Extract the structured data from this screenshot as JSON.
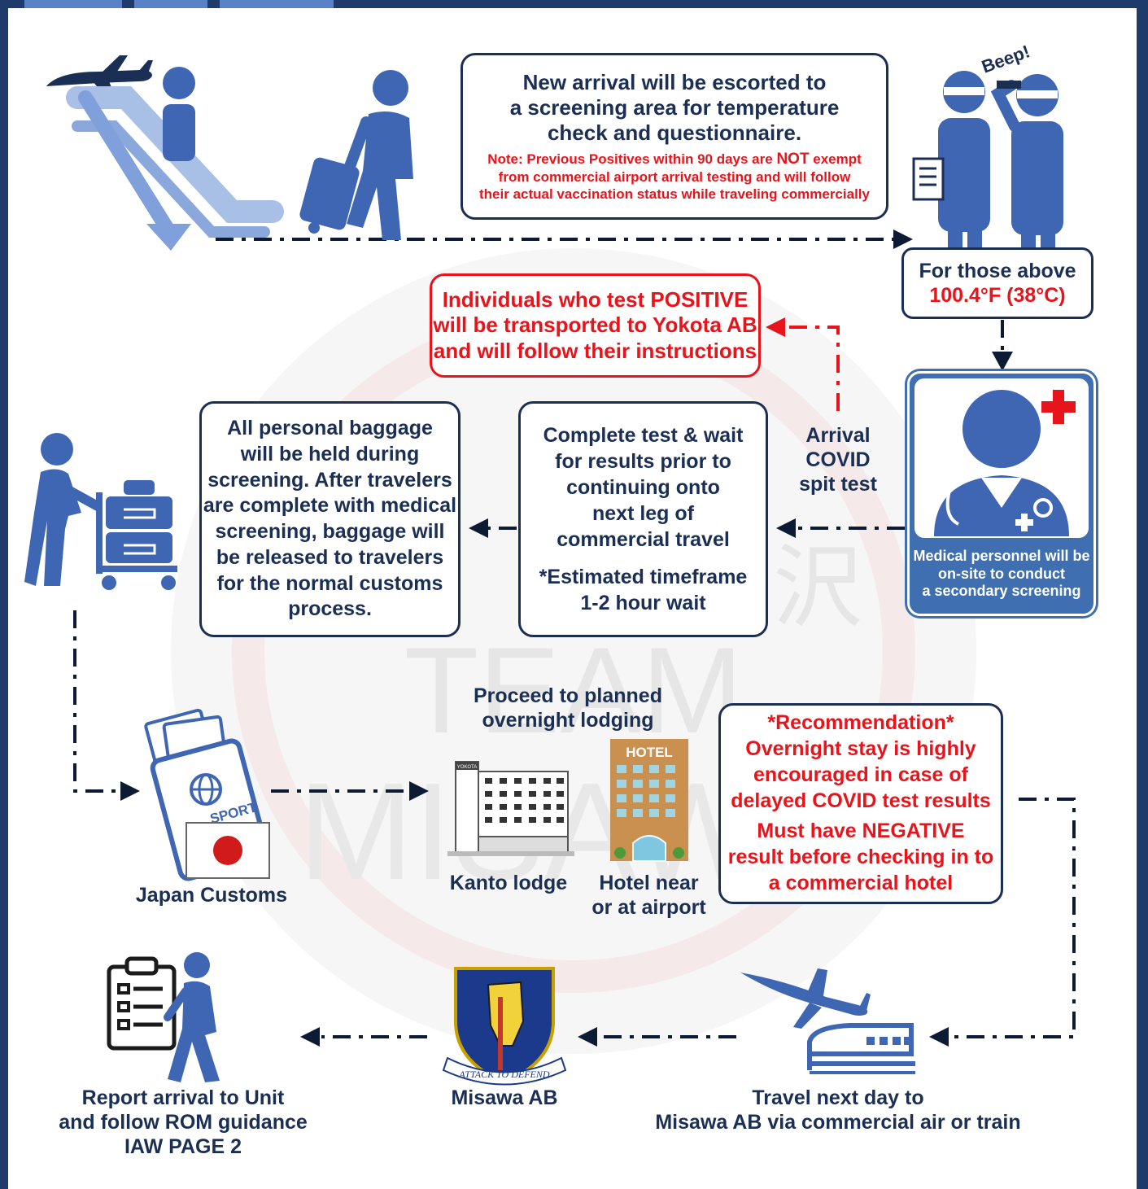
{
  "boxes": {
    "arrival": {
      "line1": "New arrival will be escorted to",
      "line2": "a screening area for temperature",
      "line3": "check and questionnaire.",
      "note_pre": "Note:  Previous Positives within 90 days are ",
      "note_bold": "NOT",
      "note_post": " exempt",
      "note_line2": "from commercial airport arrival testing and will follow",
      "note_line3": "their actual vaccination status while traveling commercially"
    },
    "fever": {
      "line1": "For those above",
      "line2": "100.4°F (38°C)"
    },
    "medical": {
      "line1": "Medical personnel will be",
      "line2": "on-site to conduct",
      "line3": "a secondary screening"
    },
    "positive": {
      "line1": "Individuals who test POSITIVE",
      "line2": "will be transported to Yokota AB",
      "line3": "and will follow their instructions"
    },
    "test": {
      "line1": "Complete test & wait",
      "line2": "for results prior to",
      "line3": "continuing onto",
      "line4": "next leg of",
      "line5": "commercial travel",
      "line6": "*Estimated timeframe",
      "line7": "1-2 hour wait"
    },
    "baggage": {
      "line1": "All personal baggage",
      "line2": "will be held during",
      "line3": "screening.  After travelers",
      "line4": "are complete with medical",
      "line5": "screening, baggage will",
      "line6": "be released to travelers",
      "line7": "for the normal customs",
      "line8": "process."
    },
    "recommendation": {
      "line1": "*Recommendation*",
      "line2": "Overnight stay is highly",
      "line3": "encouraged in case of",
      "line4": "delayed COVID test results",
      "line5": "Must have NEGATIVE",
      "line6": "result before checking in to",
      "line7": "a commercial hotel"
    }
  },
  "labels": {
    "spit_test": {
      "line1": "Arrival",
      "line2": "COVID",
      "line3": "spit test"
    },
    "lodging": {
      "line1": "Proceed to planned",
      "line2": "overnight lodging"
    },
    "customs": "Japan Customs",
    "kanto": "Kanto lodge",
    "hotel": {
      "line1": "Hotel near",
      "line2": "or at airport"
    },
    "travel": {
      "line1": "Travel next day to",
      "line2": "Misawa AB via commercial air or train"
    },
    "misawa": "Misawa AB",
    "report": {
      "line1": "Report arrival to Unit",
      "line2": "and follow ROM guidance",
      "line3": "IAW PAGE 2"
    }
  },
  "icon_text": {
    "beep": "Beep!",
    "hotel_sign": "HOTEL",
    "yokota_sign": "YOKOTA",
    "passport": "SPORT",
    "shield_motto": "ATTACK TO DEFEND"
  },
  "watermark": {
    "line1": "TEAM",
    "line2": "MISAWA",
    "kanji": "三沢"
  },
  "colors": {
    "navy": "#1b2f55",
    "icon_blue": "#3f66b3",
    "red": "#e8141c",
    "medical_panel": "#3f6fb0"
  },
  "icons": [
    "airplane-icon",
    "escalator-icon",
    "traveler-luggage-icon",
    "temperature-check-icon",
    "medical-personnel-icon",
    "baggage-cart-icon",
    "passport-icon",
    "japan-flag-icon",
    "kanto-lodge-icon",
    "hotel-icon",
    "airplane-train-icon",
    "misawa-shield-icon",
    "report-clipboard-icon"
  ]
}
